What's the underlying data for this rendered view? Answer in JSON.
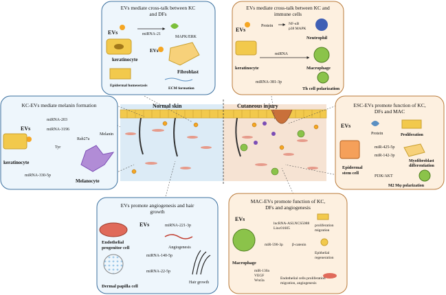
{
  "center": {
    "normal_label": "Normal skin",
    "injury_label": "Cutaneous injury"
  },
  "panels": {
    "kc_dfs": {
      "title_line1": "EVs mediate cross-talk between KC",
      "title_line2": "and DFs",
      "evs": "EVs",
      "evs2": "EVs",
      "mirna21": "miRNA-21",
      "mapk": "MAPK/ERK",
      "keratinocyte": "keratinocyte",
      "fibroblast": "Fibroblast",
      "epidermal": "Epidermal homeostasis",
      "ecm": "ECM formation"
    },
    "kc_immune": {
      "title_line1": "EVs mediate cross-talk between KC and",
      "title_line2": "immune cells",
      "evs": "EVs",
      "protein": "Protein",
      "nfkb": "NF-κB",
      "p38": "p38 MAPK",
      "neutrophil": "Neutrophil",
      "mirna": "miRNA",
      "macrophage": "Macrophage",
      "keratinocyte": "keratinocyte",
      "mir381": "miRNA-381-3p",
      "th": "Th cell polarization"
    },
    "melanin": {
      "title": "KC-EVs mediate melanin formation",
      "evs": "EVs",
      "mir203": "miRNA-203",
      "mir3196": "miRNA-3196",
      "tyr": "Tyr",
      "rab27a": "Rab27a",
      "melanin": "Melanin",
      "keratinocyte": "keratinocyte",
      "mir330": "miRNA-330-5p",
      "melanocyte": "Melanocyte"
    },
    "esc": {
      "title_line1": "ESC-EVs promote function of KC,",
      "title_line2": "DFs and MAC",
      "evs": "EVs",
      "protein": "Protein",
      "proliferation": "Proliferation",
      "mir425": "miR-425-5p",
      "mir142": "miR-142-3p",
      "myofib1": "Myofibroblast",
      "myofib2": "differentiation",
      "stem1": "Epidermal",
      "stem2": "stem cell",
      "pi3k": "PI3K/AKT",
      "m2": "M2 Mφ polarization"
    },
    "angio": {
      "title_line1": "EVs promote angiogenesis and hair",
      "title_line2": "growth",
      "evs": "EVs",
      "mir221": "miRNA-221-3p",
      "endo1": "Endothelial",
      "endo2": "progenitor cell",
      "angiogenesis": "Angiogenesis",
      "mir140": "miRNA-140-5p",
      "mir22": "miRNA-22-5p",
      "dermal": "Dermal papilla cell",
      "hair": "Hair growth"
    },
    "mac": {
      "title_line1": "MAC-EVs promote function of KC,",
      "title_line2": "DFs and angiogenesis",
      "evs": "EVs",
      "lnc1": "lncRNA-ASLNCS5088",
      "lnc2": "Linc01605",
      "prolif1": "proliferation",
      "prolif2": "migration",
      "mir590": "miR-590-3p",
      "bcat": "β-catenin",
      "epi1": "Epithelial",
      "epi2": "regeneration",
      "macrophage": "Macrophage",
      "mir130": "miR-130a",
      "vegf": "VEGF",
      "wnt": "Wnt3a",
      "endo1": "Endothelial cells proliferation",
      "endo2": "migration, angiogenesis"
    }
  },
  "colors": {
    "blue_panel": "#eef6fc",
    "blue_border": "#3a6f9e",
    "orange_panel": "#fdf0e0",
    "orange_border": "#b97a3a",
    "keratinocyte": "#f2c94c",
    "fibroblast": "#f7d17a",
    "macrophage": "#8bc34a",
    "neutrophil": "#3f5fb5"
  }
}
